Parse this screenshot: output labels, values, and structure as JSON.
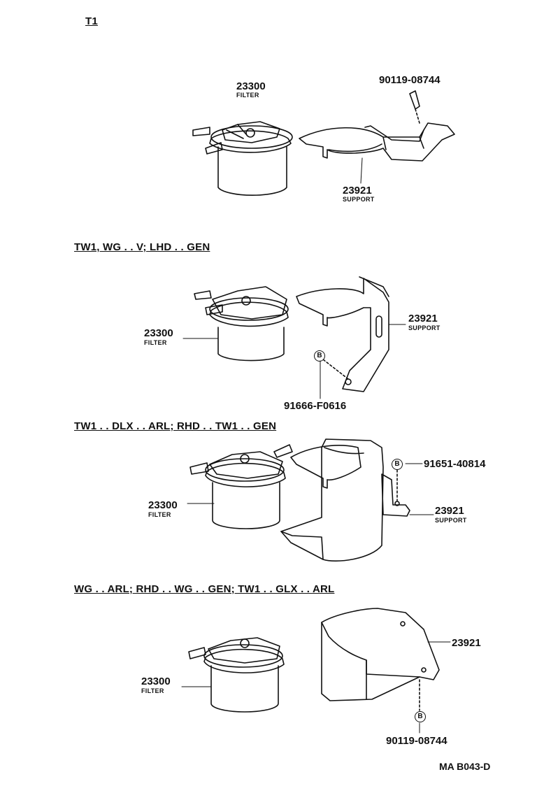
{
  "diagram_code": "T1",
  "footer_code": "MA B043-D",
  "sections": [
    {
      "header": "",
      "filter": {
        "part_no": "23300",
        "name": "FILTER"
      },
      "support": {
        "part_no": "23921",
        "name": "SUPPORT"
      },
      "fastener": {
        "part_no": "90119-08744",
        "symbol": ""
      }
    },
    {
      "header": "TW1, WG . . V; LHD . . GEN",
      "filter": {
        "part_no": "23300",
        "name": "FILTER"
      },
      "support": {
        "part_no": "23921",
        "name": "SUPPORT"
      },
      "fastener": {
        "part_no": "91666-F0616",
        "symbol": "B"
      }
    },
    {
      "header": "TW1 . . DLX . . ARL; RHD . . TW1 . . GEN",
      "filter": {
        "part_no": "23300",
        "name": "FILTER"
      },
      "support": {
        "part_no": "23921",
        "name": "SUPPORT"
      },
      "fastener": {
        "part_no": "91651-40814",
        "symbol": "B"
      }
    },
    {
      "header": "WG . . ARL; RHD . . WG . . GEN; TW1 . . GLX . . ARL",
      "filter": {
        "part_no": "23300",
        "name": "FILTER"
      },
      "support": {
        "part_no": "23921",
        "name": ""
      },
      "fastener": {
        "part_no": "90119-08744",
        "symbol": "B"
      }
    }
  ]
}
